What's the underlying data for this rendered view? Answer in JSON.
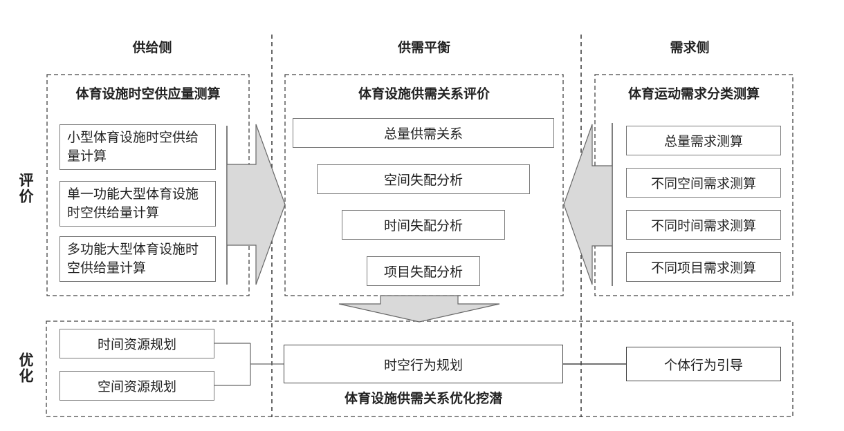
{
  "columns": {
    "supply": "供给侧",
    "balance": "供需平衡",
    "demand": "需求侧"
  },
  "row_labels": {
    "evaluation": "评价",
    "optimization": "优化"
  },
  "supply_panel": {
    "title": "体育设施时空供应量测算",
    "items": [
      "小型体育设施时空供给量计算",
      "单一功能大型体育设施时空供给量计算",
      "多功能大型体育设施时空供给量计算"
    ]
  },
  "balance_panel": {
    "title": "体育设施供需关系评价",
    "items": [
      "总量供需关系",
      "空间失配分析",
      "时间失配分析",
      "项目失配分析"
    ]
  },
  "demand_panel": {
    "title": "体育运动需求分类测算",
    "items": [
      "总量需求测算",
      "不同空间需求测算",
      "不同时间需求测算",
      "不同项目需求测算"
    ]
  },
  "optimization": {
    "left_items": [
      "时间资源规划",
      "空间资源规划"
    ],
    "center_item": "时空行为规划",
    "right_item": "个体行为引导",
    "title": "体育设施供需关系优化挖潜"
  }
}
